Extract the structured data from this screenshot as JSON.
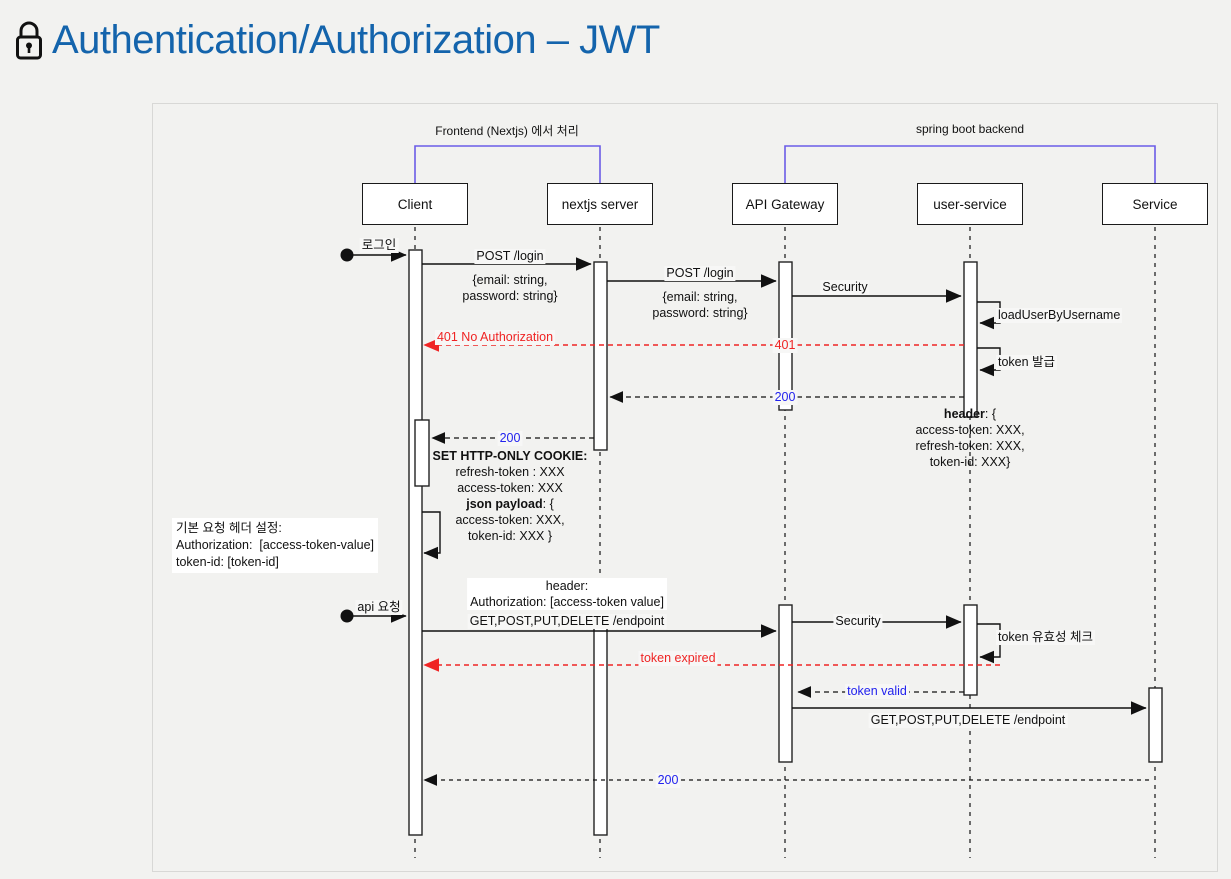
{
  "page": {
    "title": "Authentication/Authorization – JWT",
    "title_color": "#1464ac",
    "lock_icon": "lock-icon",
    "background": "#f2f2f0"
  },
  "diagram": {
    "type": "uml-sequence-diagram",
    "frame_border_color": "#d8d8d6",
    "groups": [
      {
        "label": "Frontend (Nextjs) 에서 처리",
        "color": "#6b5ce7",
        "from": "Client",
        "to": "nextjs server"
      },
      {
        "label": "spring boot backend",
        "color": "#6b5ce7",
        "from": "API Gateway",
        "to": "Service"
      }
    ],
    "participants": [
      {
        "name": "Client"
      },
      {
        "name": "nextjs server"
      },
      {
        "name": "API Gateway"
      },
      {
        "name": "user-service"
      },
      {
        "name": "Service"
      }
    ],
    "messages": [
      {
        "id": "m1",
        "label": "로그인",
        "from": "actor",
        "to": "Client",
        "style": "solid",
        "color": "#111111"
      },
      {
        "id": "m2",
        "label": "POST /login",
        "detail": "{email: string,\npassword: string}",
        "from": "Client",
        "to": "nextjs server",
        "style": "solid",
        "color": "#111111"
      },
      {
        "id": "m3",
        "label": "POST /login",
        "detail": "{email: string,\npassword: string}",
        "from": "nextjs server",
        "to": "API Gateway",
        "style": "solid",
        "color": "#111111"
      },
      {
        "id": "m4",
        "label": "Security",
        "from": "API Gateway",
        "to": "user-service",
        "style": "solid",
        "color": "#111111"
      },
      {
        "id": "m5",
        "label": "loadUserByUsername",
        "from": "user-service",
        "to": "user-service",
        "style": "self-loop",
        "color": "#111111"
      },
      {
        "id": "m6",
        "label": "401 No Authorization",
        "label2": "401",
        "from": "user-service",
        "to": "Client",
        "style": "dashed",
        "color": "#ef2424"
      },
      {
        "id": "m7",
        "label": "token 발급",
        "from": "user-service",
        "to": "user-service",
        "style": "self-loop",
        "color": "#111111"
      },
      {
        "id": "m8",
        "label": "200",
        "detail": "header: {\naccess-token: XXX,\nrefresh-token: XXX,\ntoken-id: XXX}",
        "detail_bold_prefix": "header",
        "from": "user-service",
        "to": "nextjs server",
        "style": "dashed",
        "color": "#2222ee"
      },
      {
        "id": "m9",
        "label": "200",
        "from": "nextjs server",
        "to": "Client",
        "style": "dashed",
        "color": "#2222ee",
        "detail": "SET HTTP-ONLY COOKIE:\nrefresh-token : XXX\naccess-token: XXX\njson payload: {\naccess-token: XXX,\ntoken-id: XXX }"
      },
      {
        "id": "m10",
        "label": "기본 요청 헤더 설정:\nAuthorization:  [access-token-value]\ntoken-id: [token-id]",
        "from": "Client",
        "to": "Client",
        "style": "self-loop-note",
        "color": "#111111"
      },
      {
        "id": "m11",
        "label": "api 요청",
        "from": "actor",
        "to": "Client",
        "style": "solid",
        "color": "#111111"
      },
      {
        "id": "m12",
        "label": "header:\nAuthorization: [access-token value]",
        "detail": "GET,POST,PUT,DELETE /endpoint",
        "from": "Client",
        "to": "API Gateway",
        "style": "solid",
        "color": "#111111"
      },
      {
        "id": "m13",
        "label": "Security",
        "from": "API Gateway",
        "to": "user-service",
        "style": "solid",
        "color": "#111111"
      },
      {
        "id": "m14",
        "label": "token 유효성 체크",
        "from": "user-service",
        "to": "user-service",
        "style": "self-loop",
        "color": "#111111"
      },
      {
        "id": "m15",
        "label": "token expired",
        "from": "user-service",
        "to": "Client",
        "style": "dashed",
        "color": "#ef2424"
      },
      {
        "id": "m16",
        "label": "token valid",
        "from": "user-service",
        "to": "API Gateway",
        "style": "dashed",
        "color": "#2222ee"
      },
      {
        "id": "m17",
        "label": "GET,POST,PUT,DELETE /endpoint",
        "from": "API Gateway",
        "to": "Service",
        "style": "solid",
        "color": "#111111"
      },
      {
        "id": "m18",
        "label": "200",
        "from": "Service",
        "to": "Client",
        "style": "dashed",
        "color": "#2222ee"
      }
    ]
  }
}
